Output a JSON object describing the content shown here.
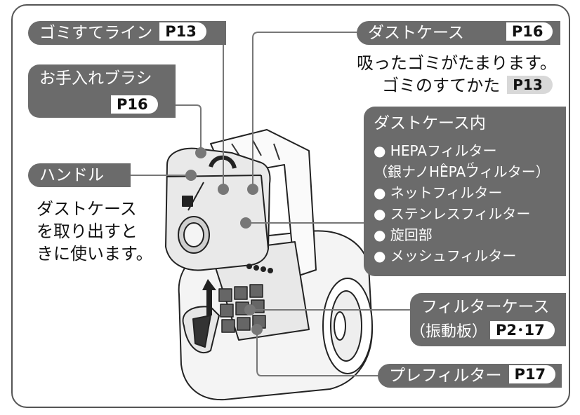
{
  "labels": {
    "gomi_line": {
      "text": "ゴミすてライン",
      "page": "P13"
    },
    "brush": {
      "text": "お手入れブラシ",
      "page": "P16"
    },
    "handle": {
      "text": "ハンドル"
    },
    "dust_case": {
      "text": "ダストケース",
      "page": "P16"
    },
    "filter_case": {
      "line1": "フィルターケース",
      "line2": "（振動板）",
      "page": "P2･17"
    },
    "pre_filter": {
      "text": "プレフィルター",
      "page": "P17"
    }
  },
  "handle_desc": [
    "ダストケース",
    "を取り出すと",
    "きに使います。"
  ],
  "dust_case_desc": {
    "line1": "吸ったゴミがたまります。",
    "line2": "ゴミのすてかた",
    "page": "P13"
  },
  "dust_case_inside": {
    "title": "ダストケース内",
    "items": [
      "● HEPAフィルター",
      "（銀ナノHEPAフィルター）",
      "● ネットフィルター",
      "● ステンレスフィルター",
      "● 旋回部",
      "● メッシュフィルター"
    ],
    "ruby": {
      "he": "へ",
      "pa": "パ"
    }
  },
  "colors": {
    "label_bg": "#6b6b6b",
    "pill_bg": "#ffffff",
    "pill_grey": "#d8d8d8",
    "frame": "#555555",
    "line": "#777777"
  }
}
